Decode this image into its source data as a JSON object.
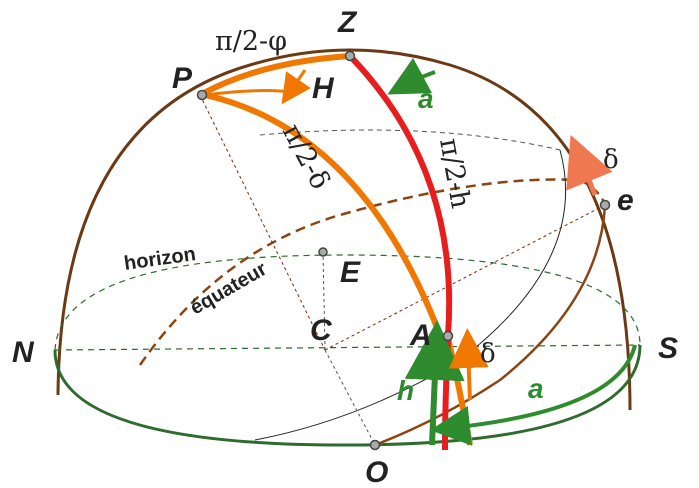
{
  "diagram": {
    "points": {
      "Z": "Z",
      "P": "P",
      "H": "H",
      "e": "e",
      "E": "E",
      "C": "C",
      "A": "A",
      "N": "N",
      "S": "S",
      "O": "O"
    },
    "arc_labels": {
      "pi_half_phi": "π/2-φ",
      "pi_half_delta": "π/2-δ",
      "pi_half_h": "π/2-h"
    },
    "circle_labels": {
      "horizon": "horizon",
      "equateur": "équateur"
    },
    "angle_labels": {
      "a_top": "a",
      "a_bottom": "a",
      "h": "h",
      "delta_right": "δ",
      "delta_top": "δ"
    },
    "colors": {
      "meridian": "#6b3a14",
      "horizon": "#2e6b2e",
      "equator": "#8b4513",
      "hour_circle": "#f07800",
      "vertical_circle": "#e61e1e",
      "angle_green": "#2e8b2e",
      "dashed_thin": "#555555",
      "delta_arrow": "#f07850"
    }
  }
}
